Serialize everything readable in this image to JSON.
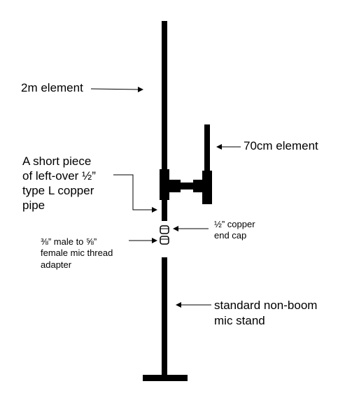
{
  "labels": {
    "two_m_element": "2m element",
    "seventy_cm_element": "70cm element",
    "copper_pipe": [
      "A short piece",
      "of left-over ½”",
      "type L copper",
      "pipe"
    ],
    "end_cap": [
      "½” copper",
      "end cap"
    ],
    "adapter": [
      "⅜” male to ⅝”",
      "female mic thread",
      "adapter"
    ],
    "mic_stand": [
      "standard non-boom",
      "mic stand"
    ]
  },
  "colors": {
    "element": "#000000",
    "background": "#ffffff",
    "cap_fill": "#ffffff"
  }
}
